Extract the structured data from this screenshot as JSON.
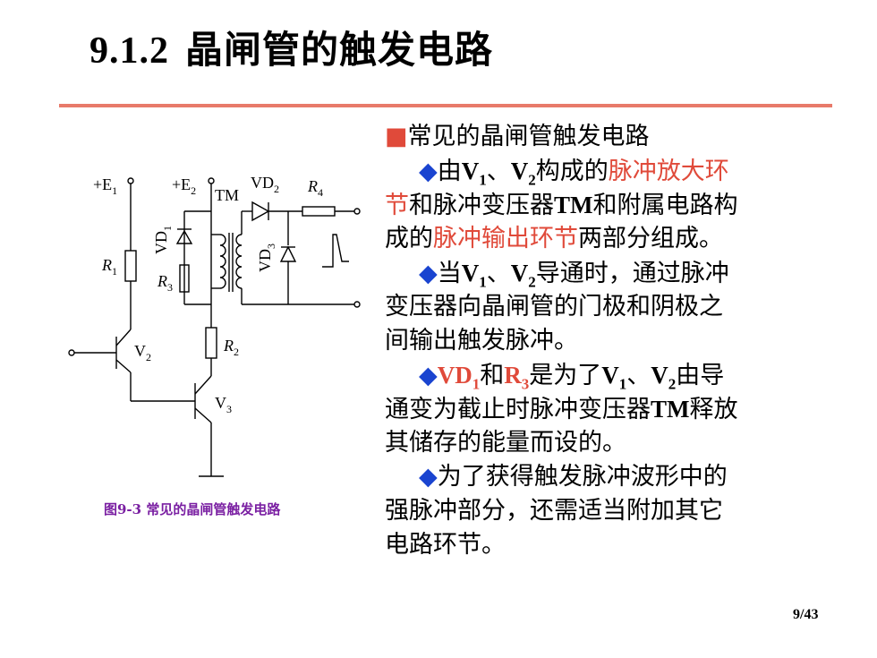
{
  "title": {
    "number": "9.1.2",
    "text": "晶闸管的触发电路"
  },
  "caption": "图9-3  常见的晶闸管触发电路",
  "page": "9/43",
  "circuit_labels": {
    "e1": "+E",
    "e1_sub": "1",
    "e2": "+E",
    "e2_sub": "2",
    "tm": "TM",
    "vd2": "VD",
    "vd2_sub": "2",
    "r4": "R",
    "r4_sub": "4",
    "vd1": "VD",
    "vd1_sub": "1",
    "vd3": "VD",
    "vd3_sub": "3",
    "r1": "R",
    "r1_sub": "1",
    "r3": "R",
    "r3_sub": "3",
    "r2": "R",
    "r2_sub": "2",
    "v2": "V",
    "v2_sub": "2",
    "v3": "V",
    "v3_sub": "3"
  },
  "content": {
    "heading_marker": "■",
    "heading": "常见的晶闸管触发电路",
    "bullet": "◆",
    "p1": {
      "a": "由",
      "v1": "V",
      "v1_sub": "1",
      "sep": "、",
      "v2": "V",
      "v2_sub": "2",
      "b": "构成的",
      "red1": "脉冲放大环",
      "red2": "节",
      "c": "和脉冲变压器",
      "tm": "TM",
      "d": "和附属电路构",
      "e": "成的",
      "red3": "脉冲输出环节",
      "f": "两部分组成。"
    },
    "p2": {
      "a": "当",
      "v1": "V",
      "v1_sub": "1",
      "sep": "、",
      "v2": "V",
      "v2_sub": "2",
      "b": "导通时，通过脉冲",
      "c": "变压器向晶闸管的门极和阴极之",
      "d": "间输出触发脉冲。"
    },
    "p3": {
      "vd": "VD",
      "vd_sub": "1",
      "and": "和",
      "r": "R",
      "r_sub": "3",
      "a": "是为了",
      "v1": "V",
      "v1_sub": "1",
      "sep": "、",
      "v2": "V",
      "v2_sub": "2",
      "b": "由导",
      "c": "通变为截止时脉冲变压器",
      "tm": "TM",
      "d": "释放",
      "e": "其储存的能量而设的。"
    },
    "p4": {
      "a": "为了获得触发脉冲波形中的",
      "b": "强脉冲部分，还需适当附加其它",
      "c": "电路环节。"
    }
  }
}
